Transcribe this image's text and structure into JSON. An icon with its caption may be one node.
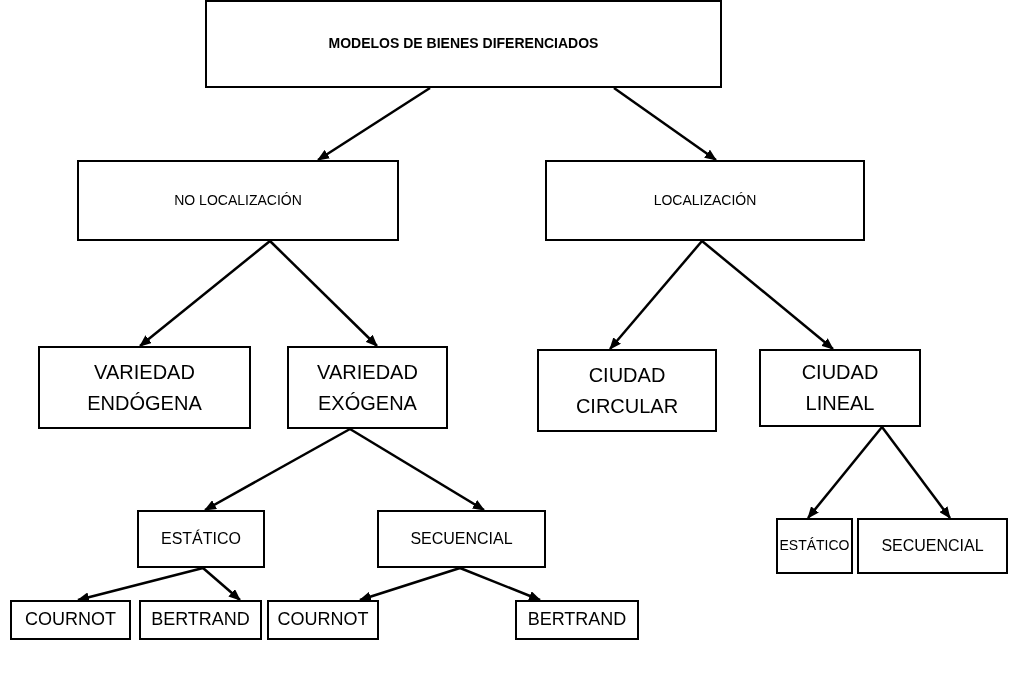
{
  "diagram": {
    "nodes": [
      {
        "text": [
          "MODELOS DE BIENES DIFERENCIADOS"
        ]
      },
      {
        "text": [
          "NO LOCALIZACIÓN"
        ]
      },
      {
        "text": [
          "LOCALIZACIÓN"
        ]
      },
      {
        "text": [
          "VARIEDAD ENDÓGENA"
        ]
      },
      {
        "text": [
          "VARIEDAD EXÓGENA"
        ]
      },
      {
        "text": [
          "CIUDAD CIRCULAR"
        ]
      },
      {
        "text": [
          "CIUDAD LINEAL"
        ]
      },
      {
        "text": [
          "ESTÁTICO"
        ]
      },
      {
        "text": [
          "SECUENCIAL"
        ]
      },
      {
        "text": [
          "ESTÁTICO"
        ]
      },
      {
        "text": [
          "SECUENCIAL"
        ]
      },
      {
        "text": [
          "COURNOT"
        ]
      },
      {
        "text": [
          "BERTRAND"
        ]
      },
      {
        "text": [
          "COURNOT"
        ]
      },
      {
        "text": [
          "BERTRAND"
        ]
      }
    ],
    "edges": [
      {
        "from": 0,
        "to": 1,
        "arrow": "to"
      },
      {
        "from": 0,
        "to": 2,
        "arrow": "to"
      },
      {
        "from": 1,
        "to": 3,
        "arrow": "to"
      },
      {
        "from": 1,
        "to": 4,
        "arrow": "to"
      },
      {
        "from": 2,
        "to": 5,
        "arrow": "to"
      },
      {
        "from": 2,
        "to": 6,
        "arrow": "to"
      },
      {
        "from": 4,
        "to": 7,
        "arrow": "to"
      },
      {
        "from": 4,
        "to": 8,
        "arrow": "to"
      },
      {
        "from": 6,
        "to": 9,
        "arrow": "to"
      },
      {
        "from": 6,
        "to": 10,
        "arrow": "to"
      },
      {
        "from": 7,
        "to": 11,
        "arrow": "to"
      },
      {
        "from": 7,
        "to": 12,
        "arrow": "to"
      },
      {
        "from": 8,
        "to": 13,
        "arrow": "to"
      },
      {
        "from": 8,
        "to": 14,
        "arrow": "to"
      }
    ]
  }
}
